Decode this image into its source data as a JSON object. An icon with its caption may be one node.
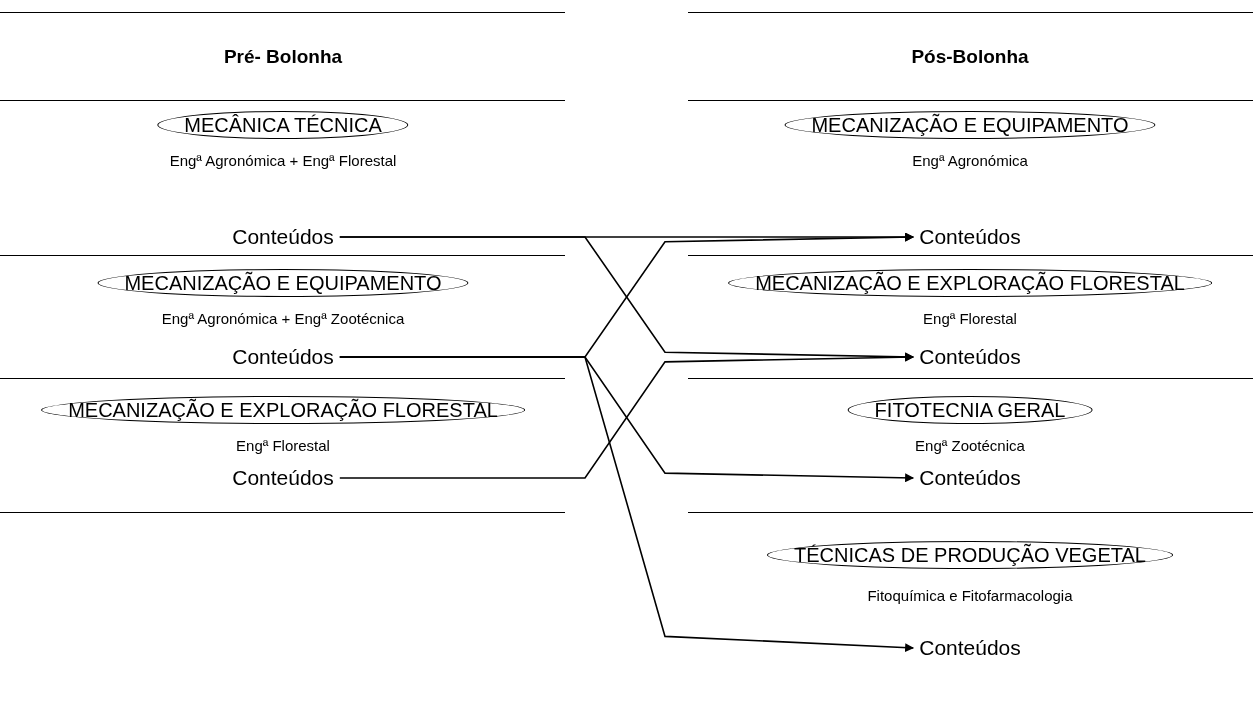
{
  "diagram": {
    "nodes": [
      {
        "text": [
          "MECÂNICA TÉCNICA"
        ],
        "beside": [
          "Engª Agronómica + Engª Florestal"
        ]
      },
      {
        "text": [
          "Conteúdos"
        ]
      },
      {
        "text": [
          "MECANIZAÇÃO E EQUIPAMENTO"
        ],
        "beside": [
          "Engª Agronómica + Engª Zootécnica"
        ]
      },
      {
        "text": [
          "Conteúdos"
        ]
      },
      {
        "text": [
          "MECANIZAÇÃO E EXPLORAÇÃO FLORESTAL"
        ],
        "beside": [
          "Engª Florestal"
        ]
      },
      {
        "text": [
          "Conteúdos"
        ]
      },
      {
        "text": [
          "MECANIZAÇÃO E EQUIPAMENTO"
        ],
        "beside": [
          "Engª Agronómica"
        ]
      },
      {
        "text": [
          "Conteúdos"
        ]
      },
      {
        "text": [
          "MECANIZAÇÃO E EXPLORAÇÃO FLORESTAL"
        ],
        "beside": [
          "Engª Florestal"
        ]
      },
      {
        "text": [
          "Conteúdos"
        ]
      },
      {
        "text": [
          "FITOTECNIA GERAL"
        ],
        "beside": [
          "Engª Zootécnica"
        ]
      },
      {
        "text": [
          "Conteúdos"
        ]
      },
      {
        "text": [
          "TÉCNICAS DE PRODUÇÃO VEGETAL"
        ],
        "beside": [
          "Fitoquímica e Fitofarmacologia"
        ]
      },
      {
        "text": [
          "Conteúdos"
        ]
      }
    ],
    "edges": [
      {
        "from": 1,
        "to": 7,
        "arrow": "to"
      },
      {
        "from": 1,
        "to": 9,
        "arrow": "to"
      },
      {
        "from": 3,
        "to": 7,
        "arrow": "to"
      },
      {
        "from": 3,
        "to": 11,
        "arrow": "to"
      },
      {
        "from": 3,
        "to": 13,
        "arrow": "to"
      },
      {
        "from": 5,
        "to": 9,
        "arrow": "to"
      }
    ],
    "labels": [
      "Pré- Bolonha",
      "Pós-Bolonha"
    ]
  }
}
